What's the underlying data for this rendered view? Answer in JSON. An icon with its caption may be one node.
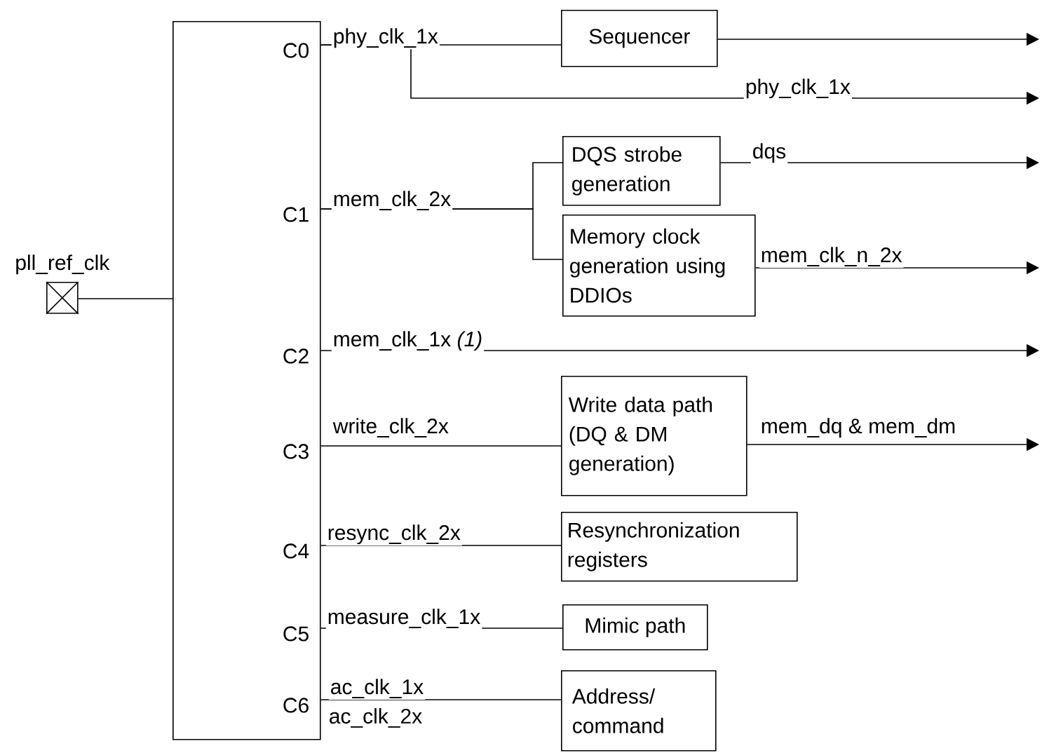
{
  "diagram": {
    "nodes": [
      {
        "text": [
          "pll_ref_clk"
        ]
      },
      {
        "text": [],
        "shape": "box"
      },
      {
        "text": [
          "Sequencer"
        ]
      },
      {
        "text": [
          "DQS strobe generation"
        ]
      },
      {
        "text": [
          "Memory clock generation using DDIOs"
        ]
      },
      {
        "text": [
          "Write data path (DQ & DM generation)"
        ]
      },
      {
        "text": [
          "Resynchronization registers"
        ]
      },
      {
        "text": [
          "Mimic path"
        ]
      },
      {
        "text": [
          "Address/ command"
        ]
      }
    ],
    "edges": [
      {
        "from": 0,
        "to": 1,
        "arrow": "none"
      },
      {
        "from": 1,
        "to": 2,
        "arrow": "none",
        "label": "phy_clk_1x"
      },
      {
        "from": 2,
        "to": null,
        "arrow": "to"
      },
      {
        "from": 1,
        "to": null,
        "arrow": "to",
        "label": "phy_clk_1x"
      },
      {
        "from": 1,
        "to": 3,
        "arrow": "none",
        "label": "mem_clk_2x"
      },
      {
        "from": 1,
        "to": 4,
        "arrow": "none"
      },
      {
        "from": 3,
        "to": null,
        "arrow": "to",
        "label": "dqs"
      },
      {
        "from": 4,
        "to": null,
        "arrow": "to",
        "label": "mem_clk_n_2x"
      },
      {
        "from": 1,
        "to": null,
        "arrow": "to",
        "label": "mem_clk_1x *(1)*"
      },
      {
        "from": 1,
        "to": 5,
        "arrow": "none",
        "label": "write_clk_2x"
      },
      {
        "from": 5,
        "to": null,
        "arrow": "to",
        "label": "mem_dq & mem_dm"
      },
      {
        "from": 1,
        "to": 6,
        "arrow": "none",
        "label": "resync_clk_2x"
      },
      {
        "from": 1,
        "to": 7,
        "arrow": "none",
        "label": "measure_clk_1x"
      },
      {
        "from": 1,
        "to": 8,
        "arrow": "none",
        "label": "ac_clk_1x"
      }
    ],
    "labels": [
      "C0",
      "C1",
      "C2",
      "C3",
      "C4",
      "C5",
      "C6",
      "ac_clk_2x"
    ]
  }
}
